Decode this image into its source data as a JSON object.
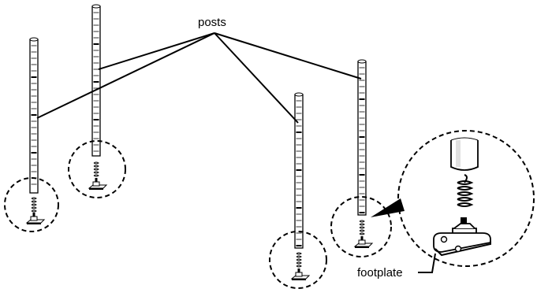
{
  "labels": {
    "posts": "posts",
    "footplate": "footplate"
  },
  "colors": {
    "ink": "#000000",
    "background": "#ffffff"
  },
  "parts": {
    "post_count": 4,
    "post_icon": "shelf-post-icon",
    "leveler_icon": "leveling-foot-icon",
    "footplate_icon": "footplate-icon"
  }
}
